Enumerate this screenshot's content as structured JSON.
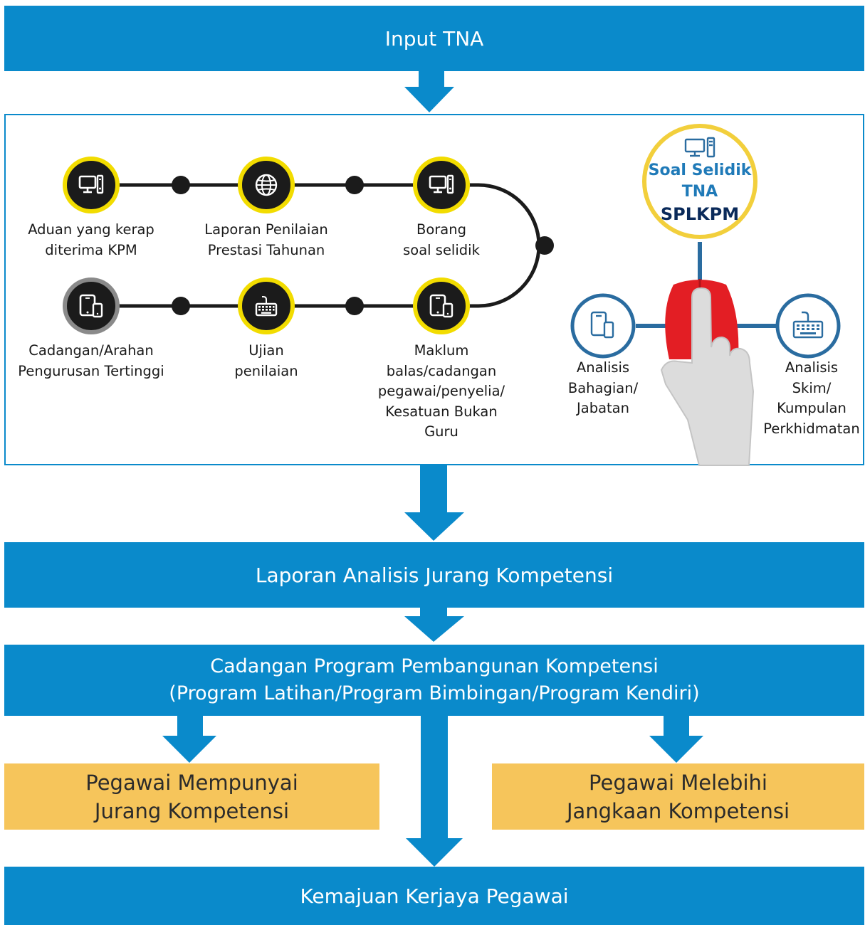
{
  "top_bar": {
    "label": "Input TNA"
  },
  "process": {
    "nodes": [
      {
        "id": "aduan",
        "icon": "desktop-computer-icon",
        "lines": [
          "Aduan yang kerap",
          "diterima KPM"
        ]
      },
      {
        "id": "laporan-penilaian",
        "icon": "globe-icon",
        "lines": [
          "Laporan Penilaian",
          "Prestasi Tahunan"
        ]
      },
      {
        "id": "borang",
        "icon": "desktop-computer-icon",
        "lines": [
          "Borang",
          "soal selidik"
        ]
      },
      {
        "id": "cadangan-arahan",
        "icon": "tablet-phone-icon",
        "lines": [
          "Cadangan/Arahan",
          "Pengurusan Tertinggi"
        ]
      },
      {
        "id": "ujian",
        "icon": "keyboard-icon",
        "lines": [
          "Ujian",
          "penilaian"
        ]
      },
      {
        "id": "maklum-balas",
        "icon": "tablet-phone-icon",
        "lines": [
          "Maklum",
          "balas/cadangan",
          "pegawai/penyelia/",
          "Kesatuan Bukan",
          "Guru"
        ]
      }
    ]
  },
  "survey": {
    "title_line1": "Soal Selidik",
    "title_line2": "TNA",
    "title_line3": "SPLKPM",
    "left": {
      "icon": "tablet-phone-icon",
      "lines": [
        "Analisis",
        "Bahagian/",
        "Jabatan"
      ]
    },
    "right": {
      "icon": "keyboard-icon",
      "lines": [
        "Analisis",
        "Skim/",
        "Kumpulan",
        "Perkhidmatan"
      ]
    }
  },
  "gap_report": {
    "label": "Laporan Analisis Jurang Kompetensi"
  },
  "program": {
    "line1": "Cadangan Program Pembangunan Kompetensi",
    "line2": "(Program Latihan/Program Bimbingan/Program Kendiri)"
  },
  "outcome_left": {
    "line1": "Pegawai Mempunyai",
    "line2": "Jurang Kompetensi"
  },
  "outcome_right": {
    "line1": "Pegawai Melebihi",
    "line2": "Jangkaan Kompetensi"
  },
  "bottom_bar": {
    "label": "Kemajuan Kerjaya Pegawai"
  },
  "colors": {
    "primary_blue": "#0a8acb",
    "highlight_yellow": "#f6c55b",
    "node_ring": "#f2dc00",
    "mouse_red": "#e31e24",
    "navy": "#0a2a5a"
  }
}
